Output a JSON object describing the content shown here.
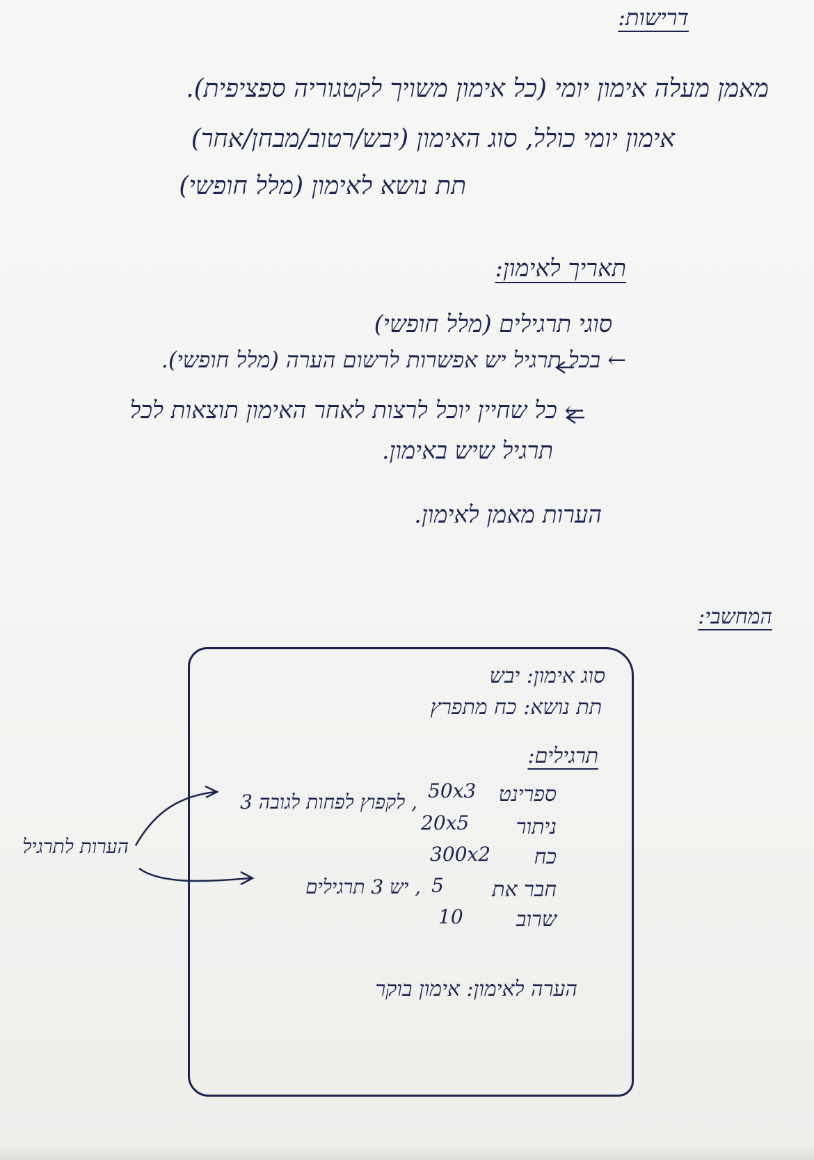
{
  "requirements": {
    "title": "דרישות:",
    "lines": [
      "מאמן מעלה אימון יומי (כל אימון משויך לקטגוריה ספציפית).",
      "אימון יומי כולל, סוג האימון (יבש/רטוב/מבחן/אחר)",
      "תת נושא לאימון (מלל חופשי)"
    ]
  },
  "training_structure": {
    "title": "תאריך לאימון:",
    "lines": [
      "סוגי תרגילים (מלל חופשי)",
      "← בכל תרגיל יש אפשרות לרשום הערה (מלל חופשי).",
      "← כל שחיין יוכל לרצות לאחר האימון תוצאות לכל",
      "תרגיל שיש באימון.",
      "הערות מאמן לאימון."
    ]
  },
  "computer": {
    "title": "המחשבי:",
    "box": {
      "training_type": "סוג אימון: יבש",
      "sub_topic": "תת נושא: כח מתפרץ",
      "exercises_title": "תרגילים:",
      "exercises": [
        {
          "name": "ספרינט",
          "value": "50x3",
          "note": ""
        },
        {
          "name": "ניתור",
          "value": "20x5",
          "note": ", לקפוץ לפחות לגובה 3"
        },
        {
          "name": "כח",
          "value": "300x2",
          "note": ""
        },
        {
          "name": "חבר את",
          "value": "5",
          "note": ", יש 3 תרגילים"
        },
        {
          "name": "שרוב",
          "value": "10",
          "note": ""
        }
      ],
      "coach_note": "הערה לאימון: אימון בוקר"
    },
    "side_label": "הערות לתרגיל"
  },
  "colors": {
    "ink": "#1c2350",
    "paper": "#f4f4f2"
  }
}
